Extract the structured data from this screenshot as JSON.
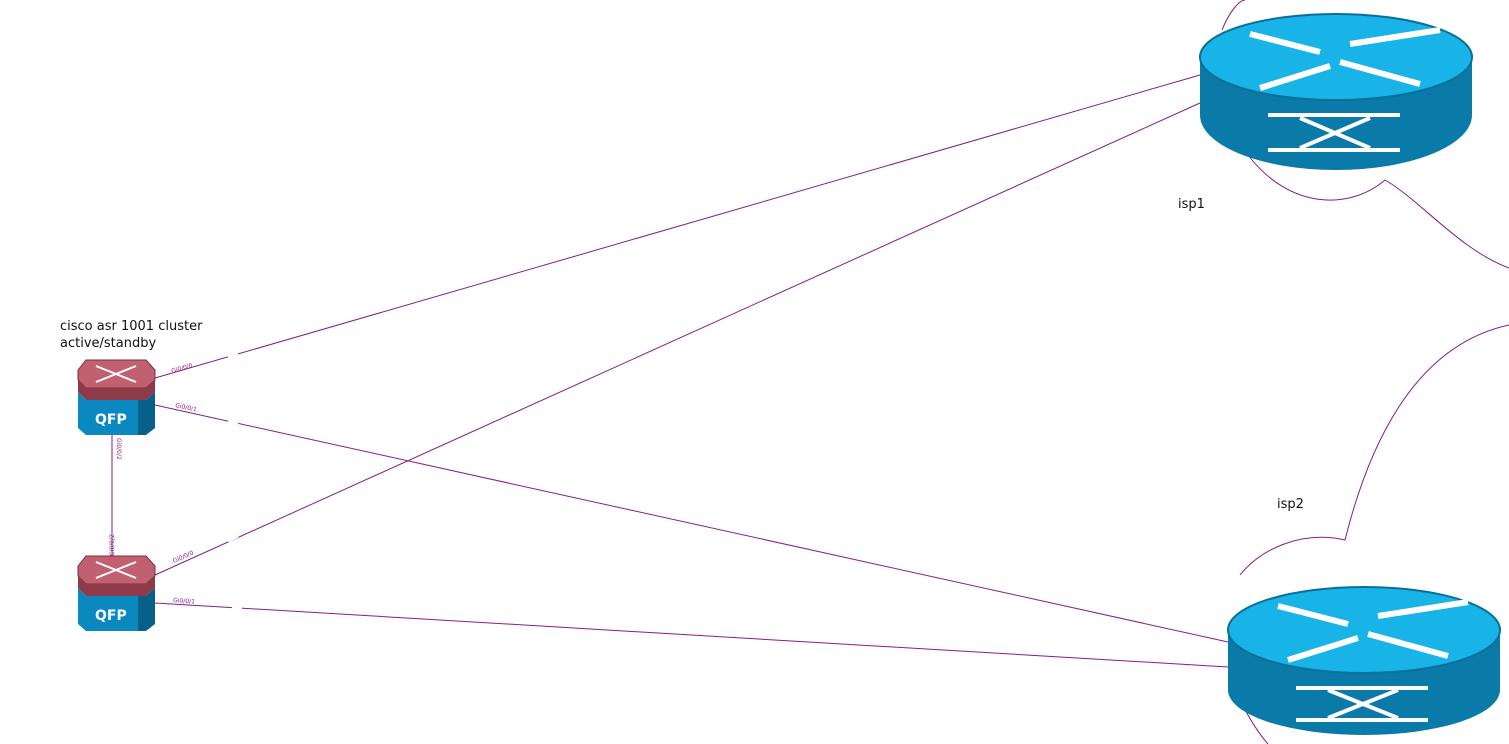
{
  "cluster": {
    "title_line1": "cisco asr 1001 cluster",
    "title_line2": "active/standby"
  },
  "devices": {
    "asr_top": {
      "badge": "QFP"
    },
    "asr_bottom": {
      "badge": "QFP"
    },
    "isp1": {
      "name": "isp1"
    },
    "isp2": {
      "name": "isp2"
    }
  },
  "ports": {
    "top_gi000": "Gi0/0/0",
    "top_gi001": "Gi0/0/1",
    "top_gi002": "Gi0/0/2",
    "bottom_gi000": "Gi0/0/0",
    "bottom_gi001": "Gi0/0/1",
    "bottom_gi002": "Gi0/0/2"
  },
  "colors": {
    "link": "#8a1a8a",
    "asr_top_face": "#c06070",
    "asr_body": "#0a88c0",
    "router_top": "#18b4e8",
    "router_body": "#0a7aa8"
  }
}
